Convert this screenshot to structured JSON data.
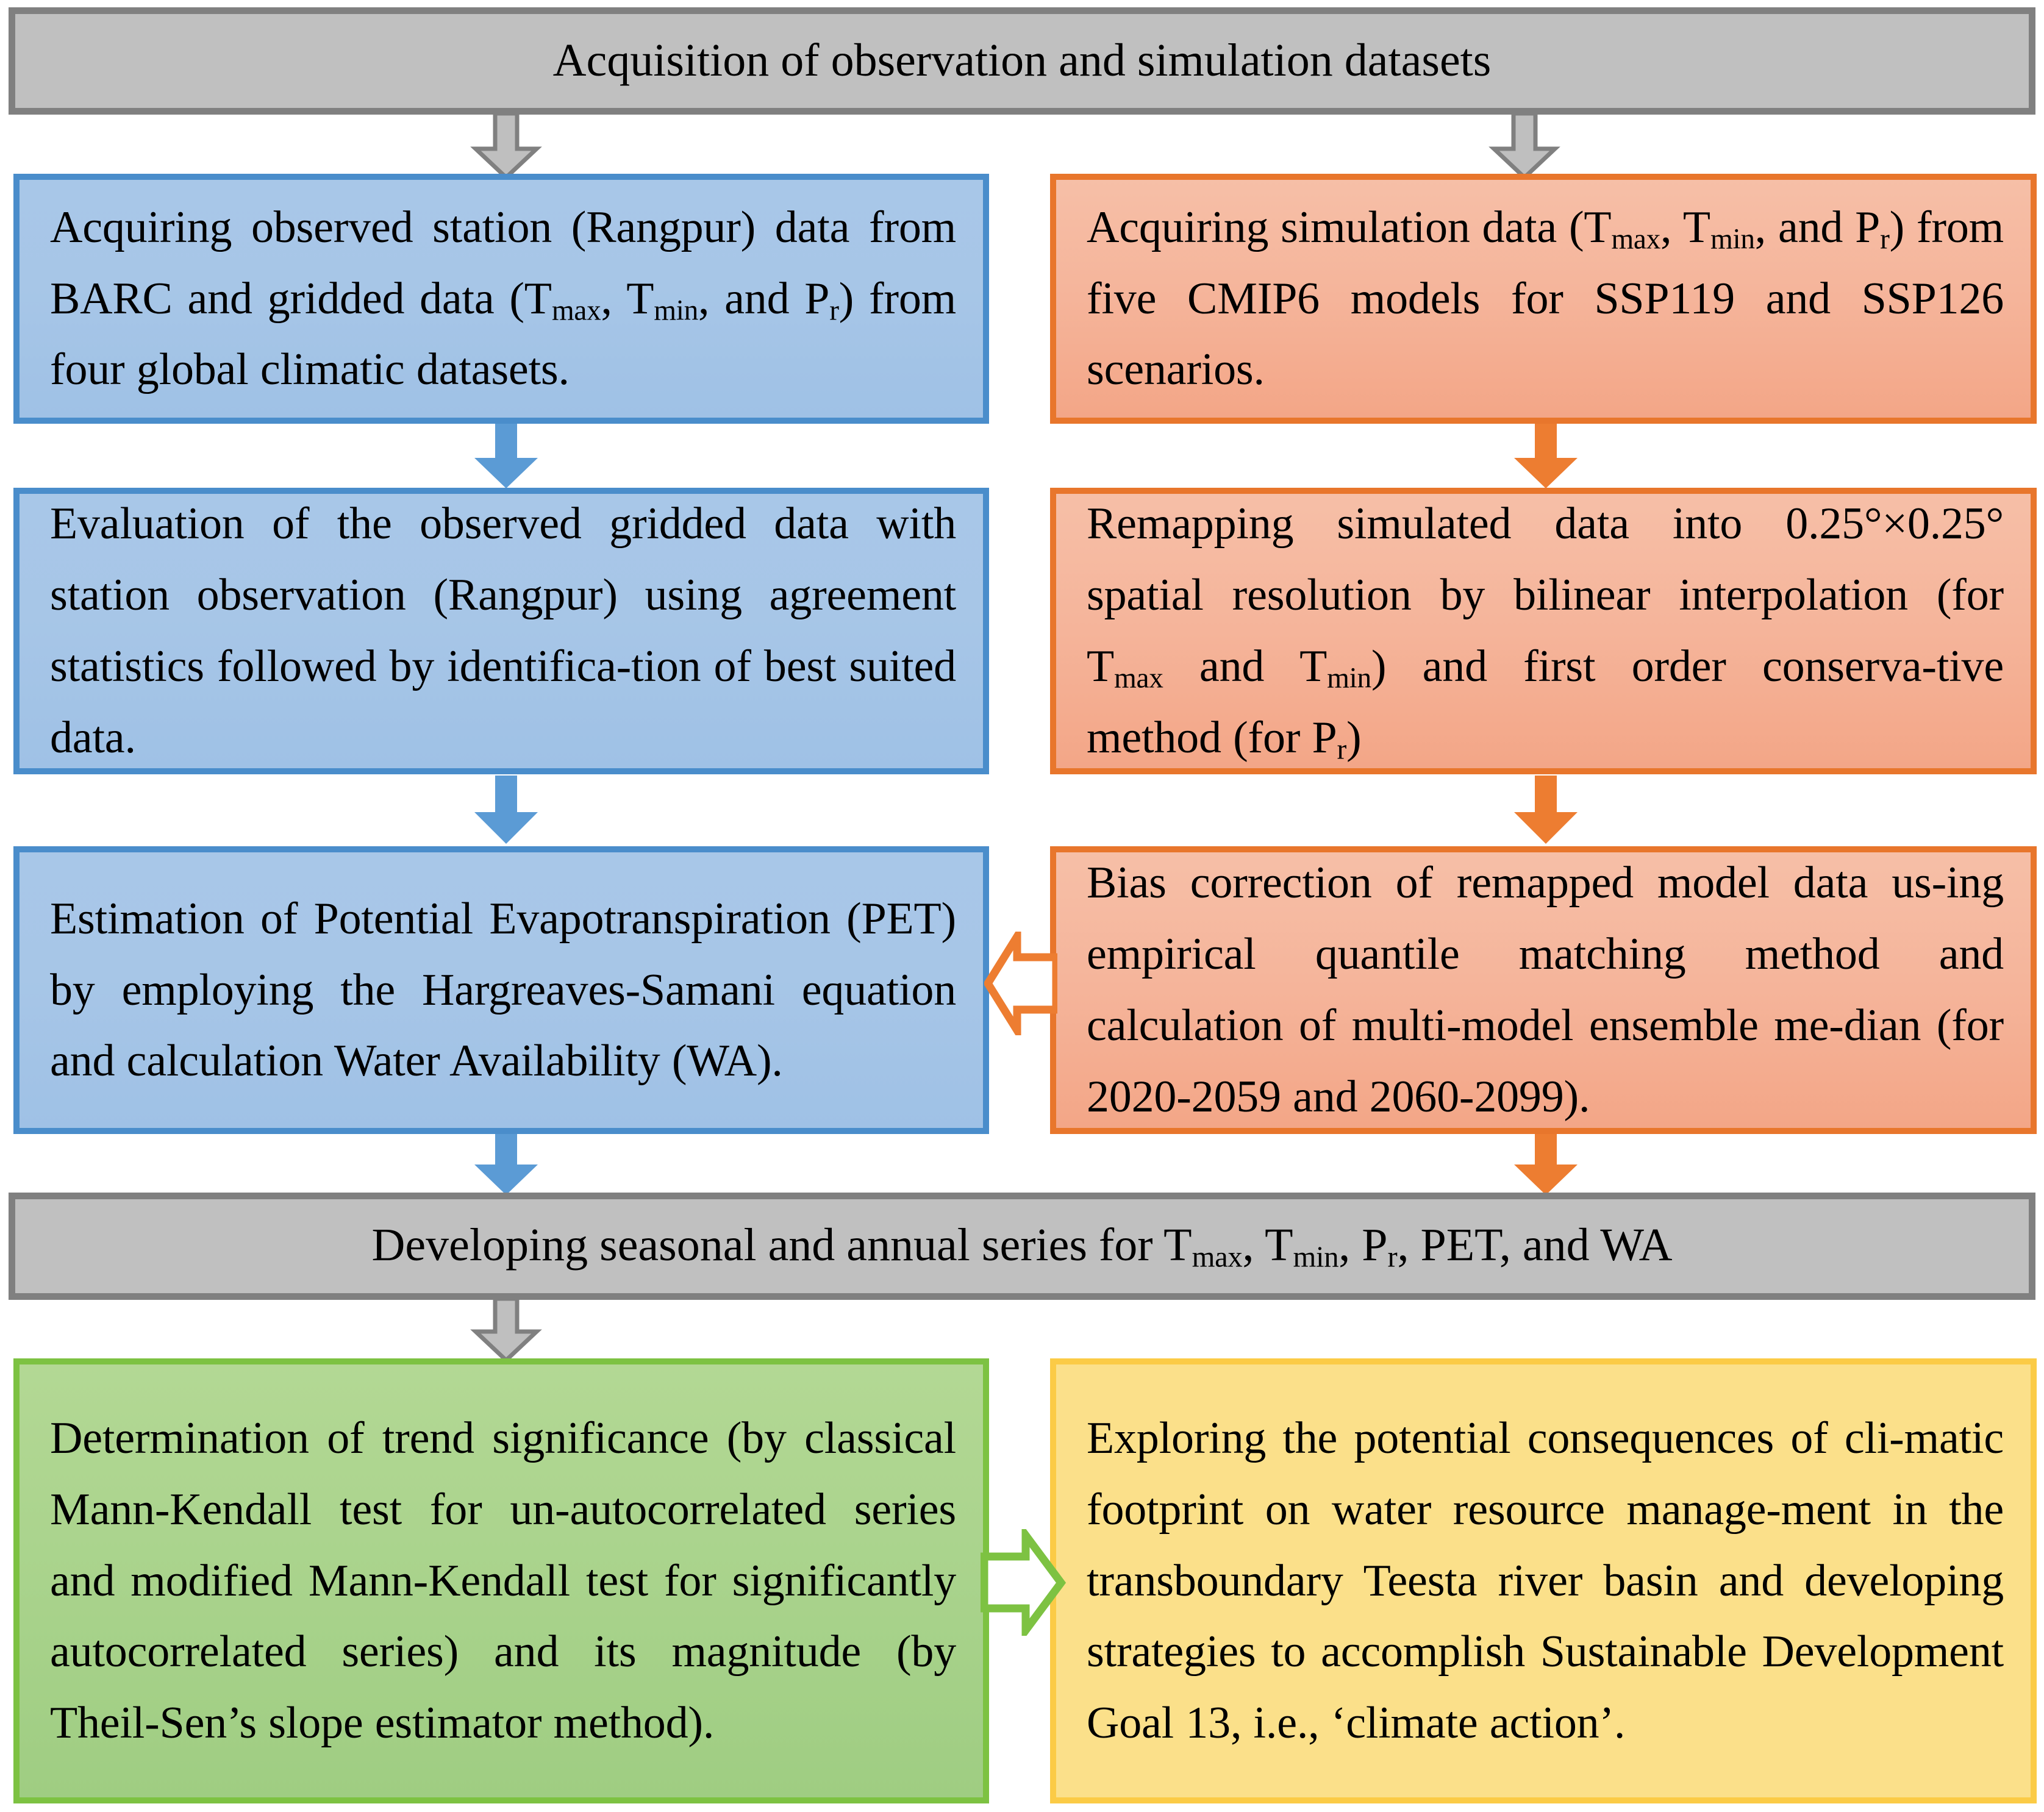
{
  "diagram": {
    "title": "Methodology flowchart for climate data acquisition, bias correction and trend analysis",
    "colors": {
      "grey_fill": "#c0c0c0",
      "grey_border": "#808080",
      "blue_fill": "#a8c7e8",
      "blue_border": "#4a8dcb",
      "orange_fill": "#f5b49a",
      "orange_border": "#e8762c",
      "green_fill": "#a9d38c",
      "green_border": "#7dc242",
      "yellow_fill": "#fbe08a",
      "yellow_border": "#fbcb46",
      "text": "#000000",
      "background": "#ffffff"
    }
  },
  "banners": {
    "top": "Acquisition of observation and simulation datasets",
    "middle_html": "Developing seasonal and annual series for T<sub>max</sub>, T<sub>min</sub>, P<sub>r</sub>, PET, and WA",
    "middle_plain": "Developing seasonal and annual series for Tmax, Tmin, Pr, PET, and WA"
  },
  "left_column": {
    "step1_html": "Acquiring observed station (Rangpur) data from BARC and gridded data (T<sub>max</sub>, T<sub>min</sub>, and P<sub>r</sub>) from four global climatic datasets.",
    "step1_plain": "Acquiring observed station (Rangpur) data from BARC and gridded data (Tmax, Tmin, and Pr) from four global climatic datasets.",
    "step2_html": "Evaluation of the observed gridded data with station observation (Rangpur) using agreement statistics followed by identifica-tion of best suited data.",
    "step2_plain": "Evaluation of the observed gridded data with station observation (Rangpur) using agreement statistics followed by identification of best suited data.",
    "step3_html": "Estimation of Potential Evapotranspiration (PET) by employing the Hargreaves-Samani equation and calculation Water Availability (WA).",
    "step3_plain": "Estimation of Potential Evapotranspiration (PET) by employing the Hargreaves-Samani equation and calculation Water Availability (WA).",
    "step4_html": "Determination of trend significance (by classical Mann-Kendall test for un-autocorrelated series and modified Mann-Kendall test for significantly autocorrelated series) and its magnitude (by Theil-Sen&rsquo;s slope estimator method).",
    "step4_plain": "Determination of trend significance (by classical Mann-Kendall test for un-autocorrelated series and modified Mann-Kendall test for significantly autocorrelated series) and its magnitude (by Theil-Sen's slope estimator method)."
  },
  "right_column": {
    "step1_html": "Acquiring simulation data (T<sub>max</sub>, T<sub>min</sub>, and P<sub>r</sub>) from five CMIP6 models for SSP119 and SSP126 scenarios.",
    "step1_plain": "Acquiring simulation data (Tmax, Tmin, and Pr) from five CMIP6 models for SSP119 and SSP126 scenarios.",
    "step2_html": "Remapping simulated data into 0.25&deg;&times;0.25&deg; spatial resolution by bilinear interpolation (for T<sub>max</sub> and T<sub>min</sub>) and first order conserva-tive method (for P<sub>r</sub>)",
    "step2_plain": "Remapping simulated data into 0.25°×0.25° spatial resolution by bilinear interpolation (for Tmax and Tmin) and first order conservative method (for Pr)",
    "step3_html": "Bias correction of remapped model data us-ing empirical quantile matching method and calculation of multi-model ensemble me-dian (for 2020-2059 and 2060-2099).",
    "step3_plain": "Bias correction of remapped model data using empirical quantile matching method and calculation of multi-model ensemble median (for 2020-2059 and 2060-2099).",
    "step4_html": "Exploring the potential consequences of cli-matic footprint on water resource manage-ment in the transboundary Teesta river basin and developing strategies to accomplish Sustainable Development Goal 13, i.e., &lsquo;climate action&rsquo;.",
    "step4_plain": "Exploring the potential consequences of climatic footprint on water resource management in the transboundary Teesta river basin and developing strategies to accomplish Sustainable Development Goal 13, i.e., 'climate action'."
  },
  "connectors": [
    {
      "name": "grey-arrow-down-left",
      "style": "solid-outlined",
      "color": "#b3b3b3",
      "direction": "down"
    },
    {
      "name": "grey-arrow-down-right",
      "style": "solid-outlined",
      "color": "#b3b3b3",
      "direction": "down"
    },
    {
      "name": "blue-arrow-down-1",
      "style": "solid",
      "color": "#5b9bd5",
      "direction": "down"
    },
    {
      "name": "blue-arrow-down-2",
      "style": "solid",
      "color": "#5b9bd5",
      "direction": "down"
    },
    {
      "name": "blue-arrow-down-3",
      "style": "solid",
      "color": "#5b9bd5",
      "direction": "down"
    },
    {
      "name": "orange-arrow-down-1",
      "style": "solid",
      "color": "#ed7d31",
      "direction": "down"
    },
    {
      "name": "orange-arrow-down-2",
      "style": "solid",
      "color": "#ed7d31",
      "direction": "down"
    },
    {
      "name": "orange-arrow-down-3",
      "style": "solid",
      "color": "#ed7d31",
      "direction": "down"
    },
    {
      "name": "orange-arrow-left",
      "style": "hollow",
      "color": "#ed7d31",
      "direction": "left"
    },
    {
      "name": "green-arrow-right",
      "style": "hollow",
      "color": "#7dc242",
      "direction": "right"
    },
    {
      "name": "grey-arrow-down-mid",
      "style": "solid-outlined",
      "color": "#b3b3b3",
      "direction": "down"
    }
  ]
}
